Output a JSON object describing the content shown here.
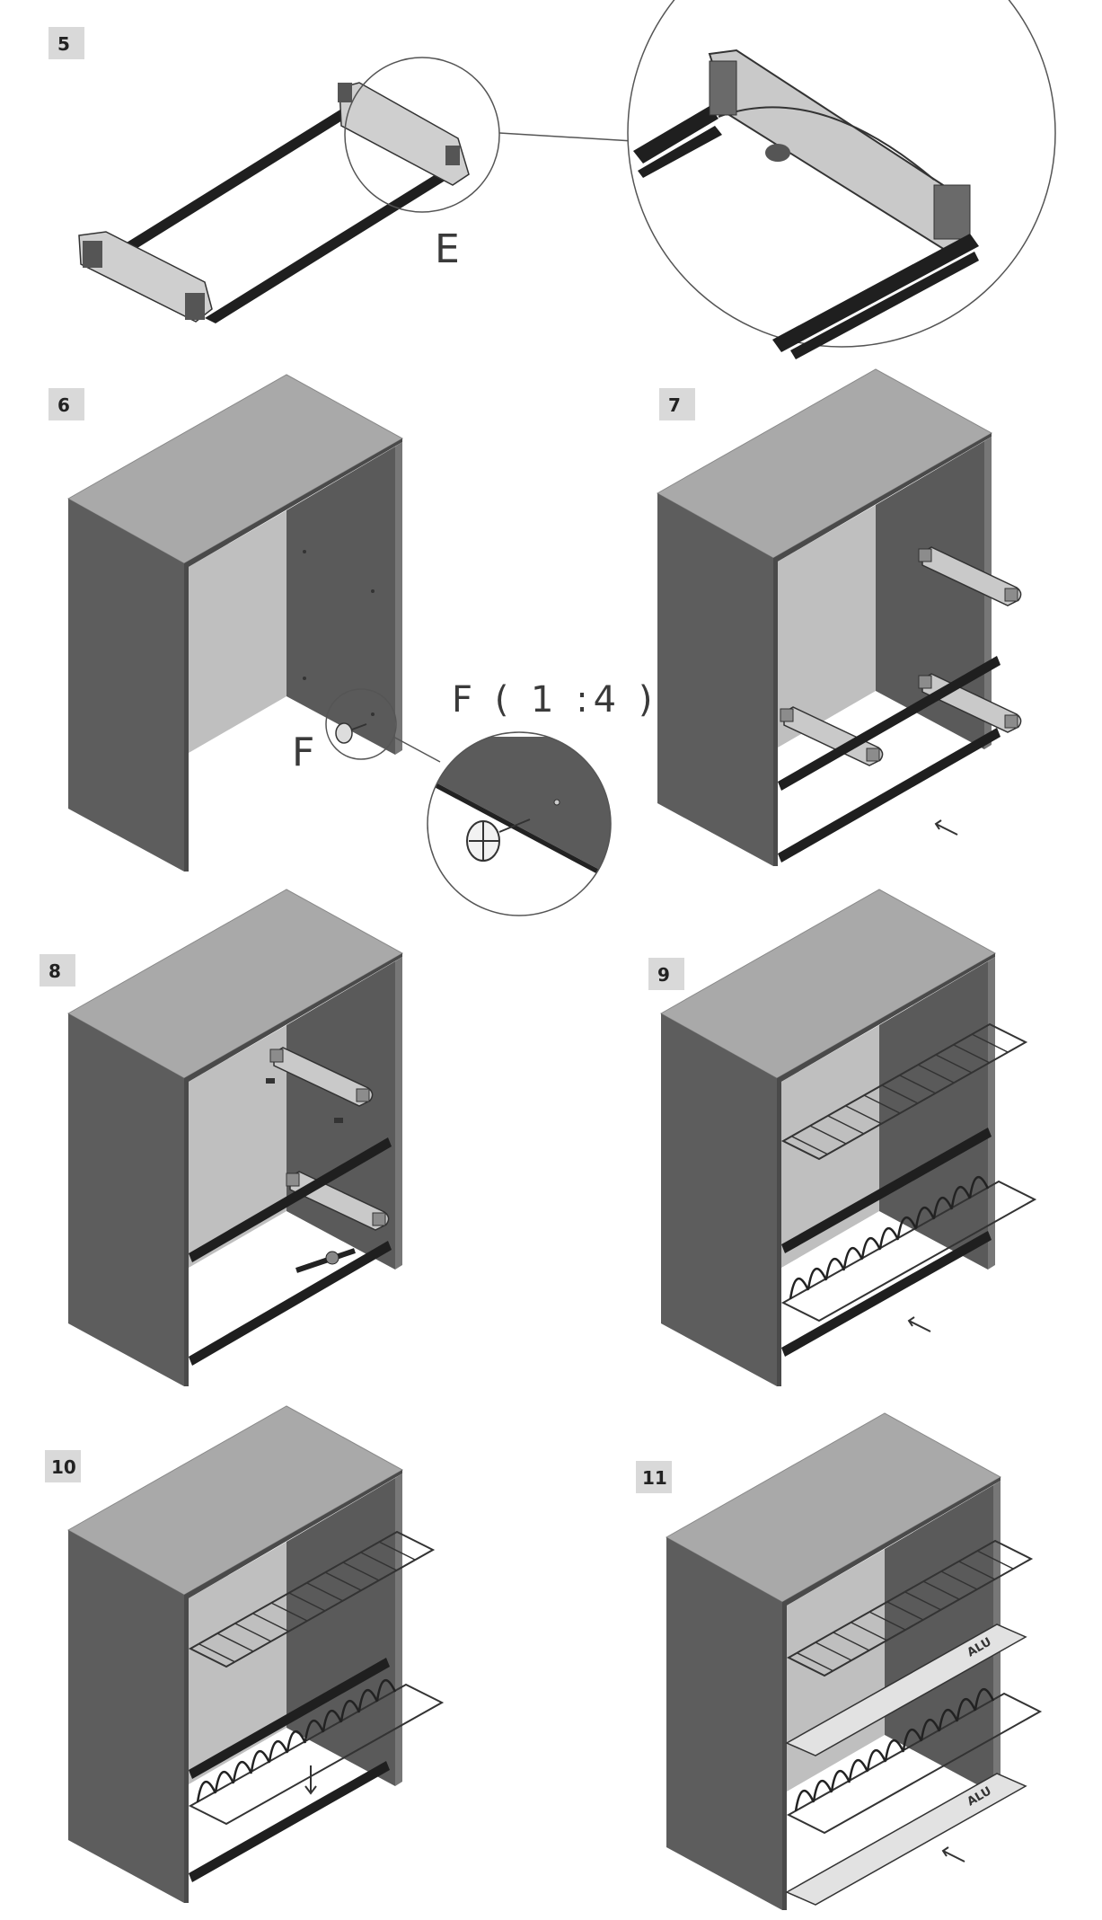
{
  "steps": [
    {
      "id": "5",
      "label": "5"
    },
    {
      "id": "6",
      "label": "6"
    },
    {
      "id": "7",
      "label": "7"
    },
    {
      "id": "8",
      "label": "8"
    },
    {
      "id": "9",
      "label": "9"
    },
    {
      "id": "10",
      "label": "10"
    },
    {
      "id": "11",
      "label": "11"
    }
  ],
  "callouts": {
    "detail_e": "E",
    "detail_f": "F",
    "detail_f_scale": "F ( 1 :4 )"
  },
  "brand_text": "ALU",
  "colors": {
    "label_box": "#d9d9d9",
    "cabinet_top": "#a7a7a7",
    "cabinet_side": "#5b5b5b",
    "cabinet_inner": "#bdbdbd",
    "rail": "#1f1f1f",
    "bracket": "#c8c8c8"
  }
}
